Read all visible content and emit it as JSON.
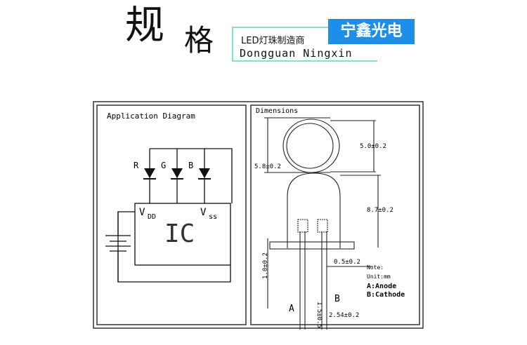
{
  "header": {
    "title_a": "规",
    "title_b": "格",
    "brand": "宁鑫光电",
    "subtitle_cn": "LED灯珠制造商",
    "subtitle_en": "Dongguan Ningxin"
  },
  "application": {
    "title": "Application Diagram",
    "led_labels": [
      "R",
      "G",
      "B"
    ],
    "vdd": "V",
    "vdd_sub": "DD",
    "vss": "V",
    "vss_sub": "ss",
    "ic": "IC"
  },
  "dimensions": {
    "title": "Dimensions",
    "dim_width": "5.8±0.2",
    "dim_inner": "5.0±0.2",
    "dim_height": "8.7±0.2",
    "dim_flange": "1.0±0.2",
    "dim_lead": "0.5±0.2",
    "dim_lead_len": "1.5±0.5",
    "dim_pitch": "2.54±0.2",
    "pin_a": "A",
    "pin_b": "B",
    "notes": [
      "Note:",
      "Unit:mm",
      "A:Anode",
      "B:Cathode"
    ]
  }
}
